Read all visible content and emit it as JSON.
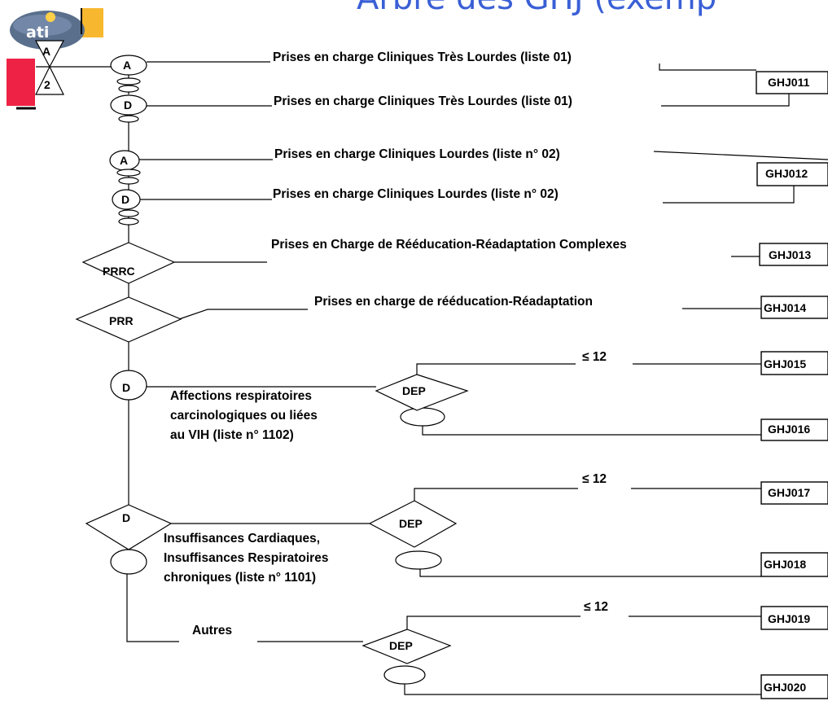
{
  "title": "Arbre des GHJ (exemp",
  "logo": {
    "text": "ati",
    "accent_color": "#f0a020",
    "brand_color": "#5a6f8c",
    "left_bar_color": "#ee2244"
  },
  "hourglass": {
    "top": "A",
    "bottom": "2"
  },
  "nodes": {
    "a1": "A",
    "d1": "D",
    "a2": "A",
    "d2": "D",
    "prrc": "PRRC",
    "prr": "PRR",
    "d3": "D",
    "d4": "D",
    "dep1": "DEP",
    "dep2": "DEP",
    "dep3": "DEP"
  },
  "labels": {
    "row1": "Prises en charge Cliniques Très Lourdes (liste 01)",
    "row2": "Prises en charge Cliniques Très Lourdes (liste 01)",
    "row3": "Prises en charge Cliniques Lourdes (liste n° 02)",
    "row4": "Prises en charge Cliniques Lourdes (liste n° 02)",
    "prrc": "Prises en Charge de Rééducation-Réadaptation Complexes",
    "prr": "Prises en charge de rééducation-Réadaptation",
    "resp_1": "Affections respiratoires",
    "resp_2": "carcinologiques ou liées",
    "resp_3": "au VIH (liste n° 1102)",
    "insuf_1": "Insuffisances Cardiaques,",
    "insuf_2": "Insuffisances Respiratoires",
    "insuf_3": "chroniques (liste n° 1101)",
    "autres": "Autres",
    "le12_1": "≤ 12",
    "le12_2": "≤ 12",
    "le12_3": "≤ 12"
  },
  "boxes": {
    "ghj011": "GHJ011",
    "ghj012": "GHJ012",
    "ghj013": "GHJ013",
    "ghj014": "GHJ014",
    "ghj015": "GHJ015",
    "ghj016": "GHJ016",
    "ghj017": "GHJ017",
    "ghj018": "GHJ018",
    "ghj019": "GHJ019",
    "ghj020": "GHJ020"
  }
}
